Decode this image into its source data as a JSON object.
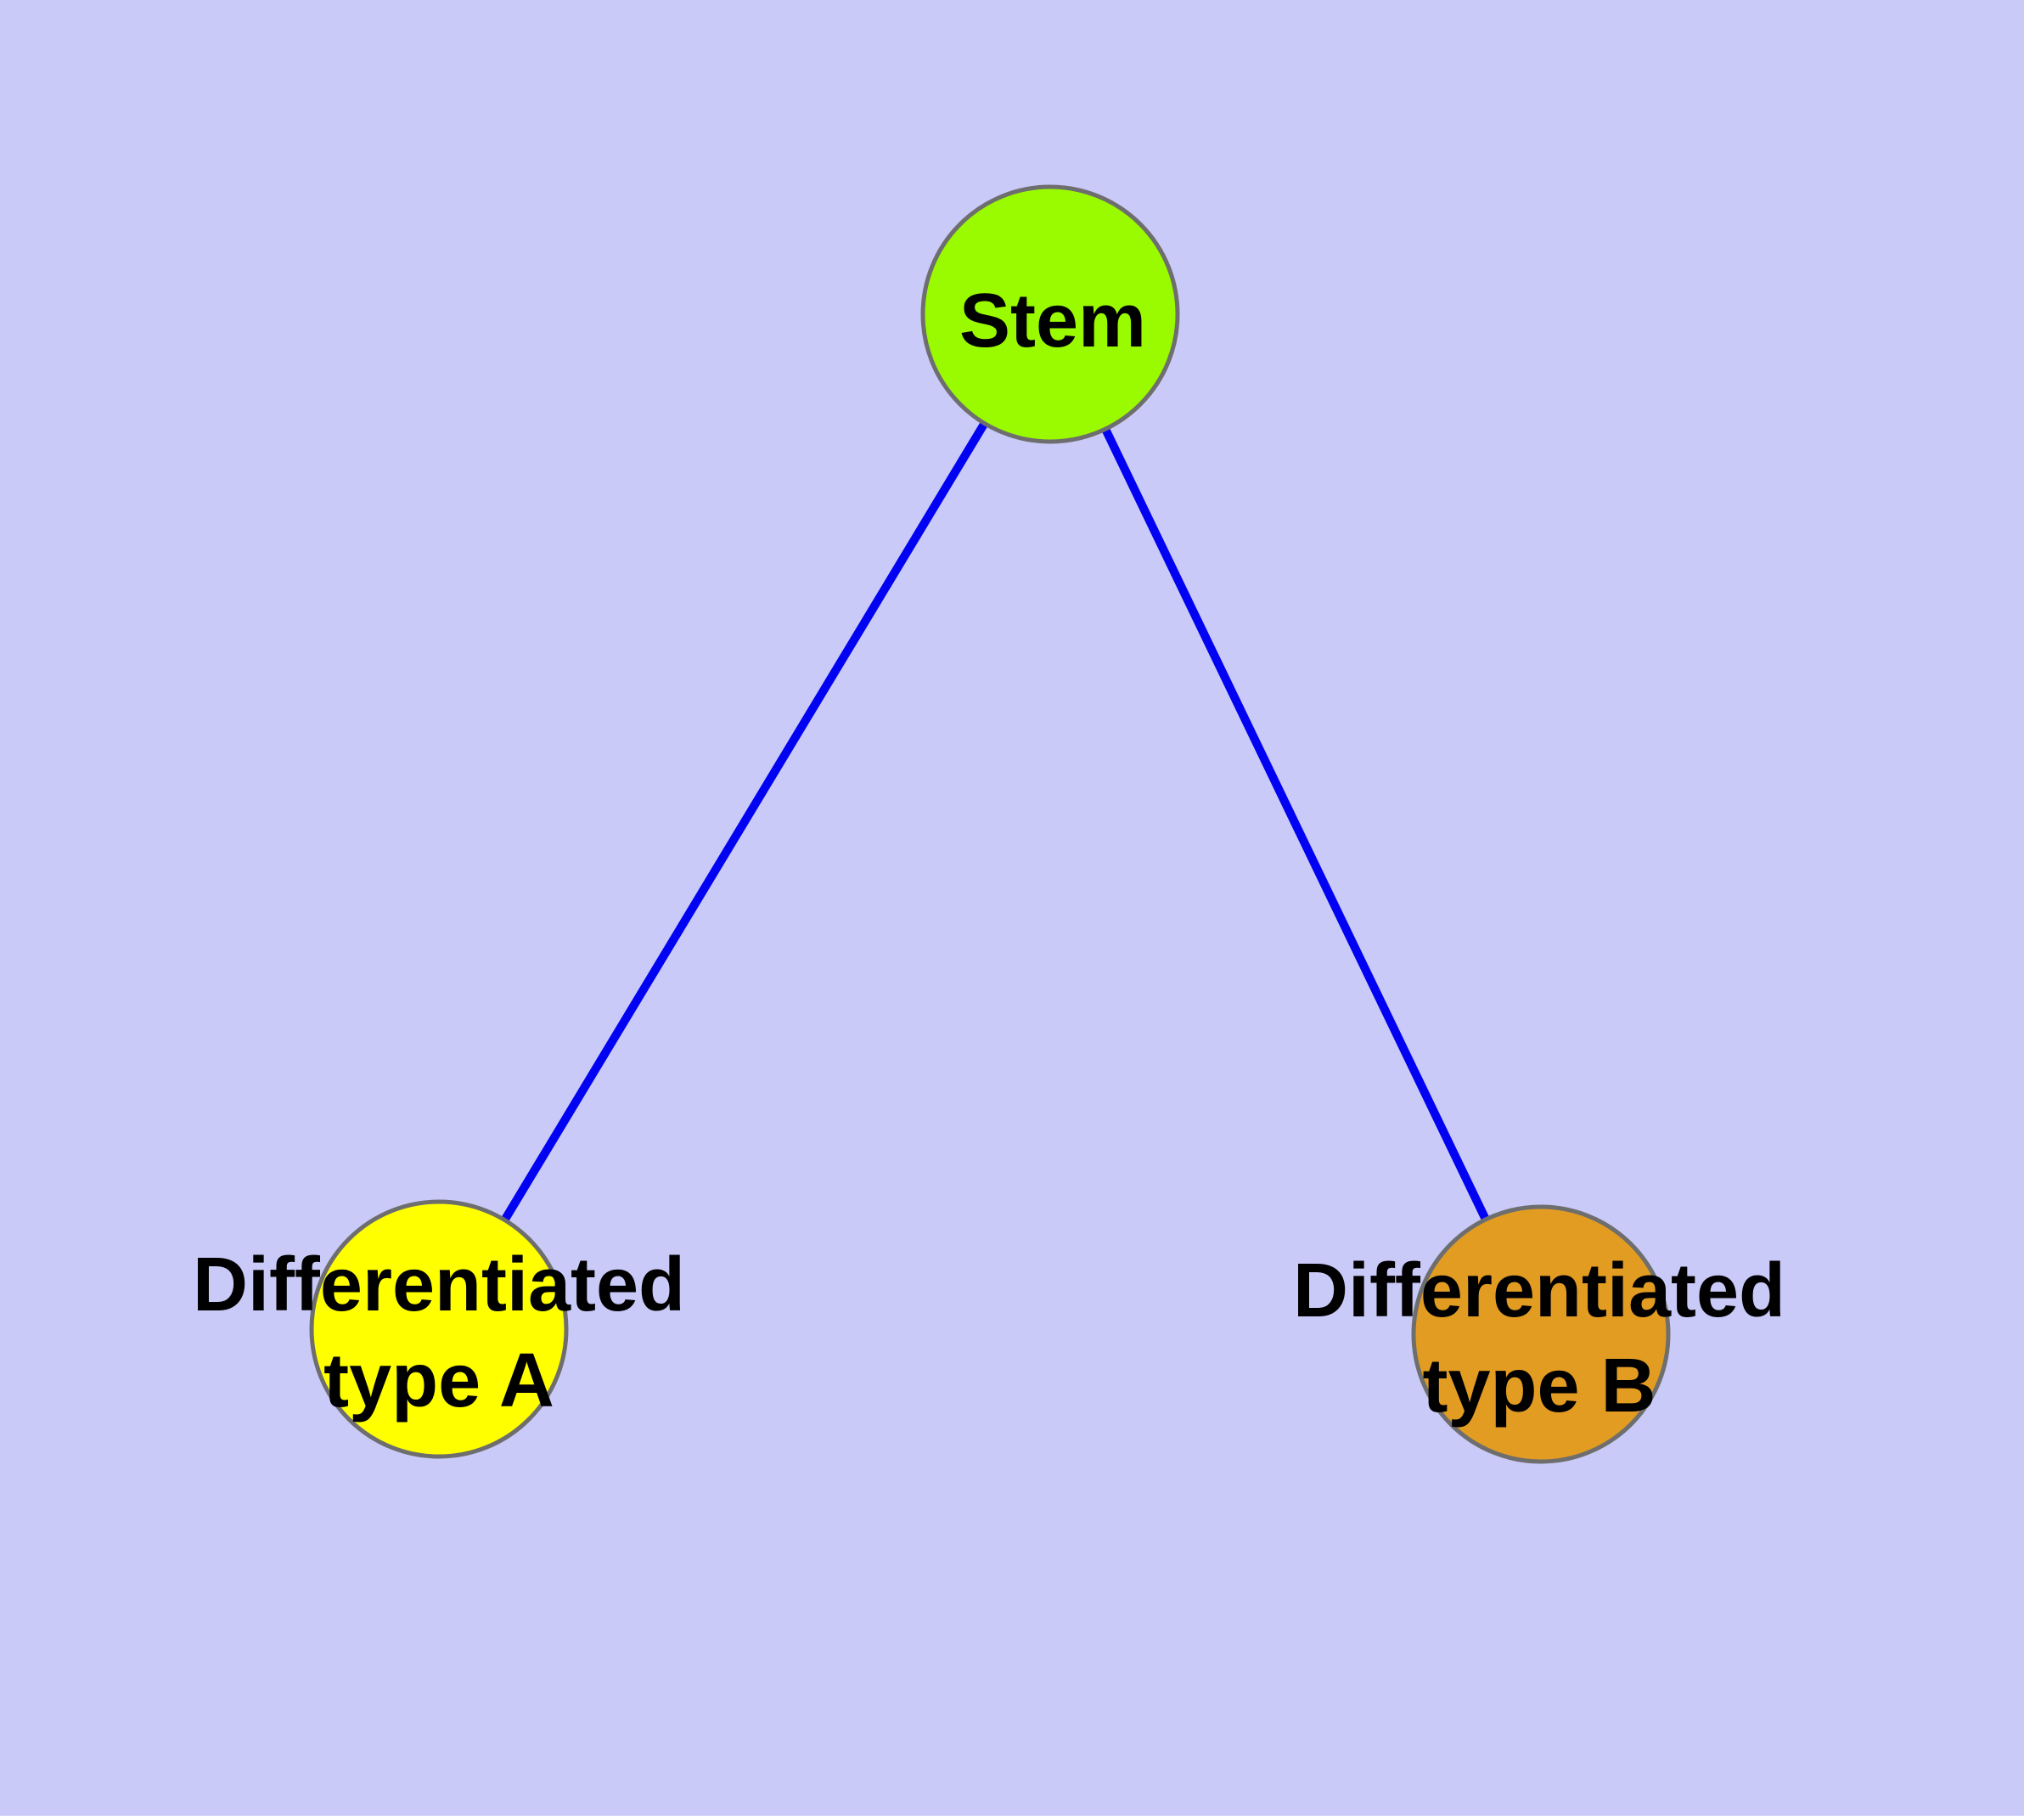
{
  "diagram": {
    "background_color": "#cacaf9",
    "edge_color": "#0202f2",
    "node_border_color": "#6e6e6e",
    "label_color": "#000000",
    "nodes": [
      {
        "id": "stem",
        "label": "Stem",
        "fill": "#9afb00"
      },
      {
        "id": "differentiated-type-a",
        "label": "Differentiated type A",
        "label_line1": "Differentiated",
        "label_line2": "type A",
        "fill": "#ffff00"
      },
      {
        "id": "differentiated-type-b",
        "label": "Differentiated type B",
        "label_line1": "Differentiated",
        "label_line2": "type B",
        "fill": "#e29c22"
      }
    ],
    "edges": [
      {
        "from": "Stem",
        "to": "Differentiated type A"
      },
      {
        "from": "Stem",
        "to": "Differentiated type B"
      }
    ]
  }
}
